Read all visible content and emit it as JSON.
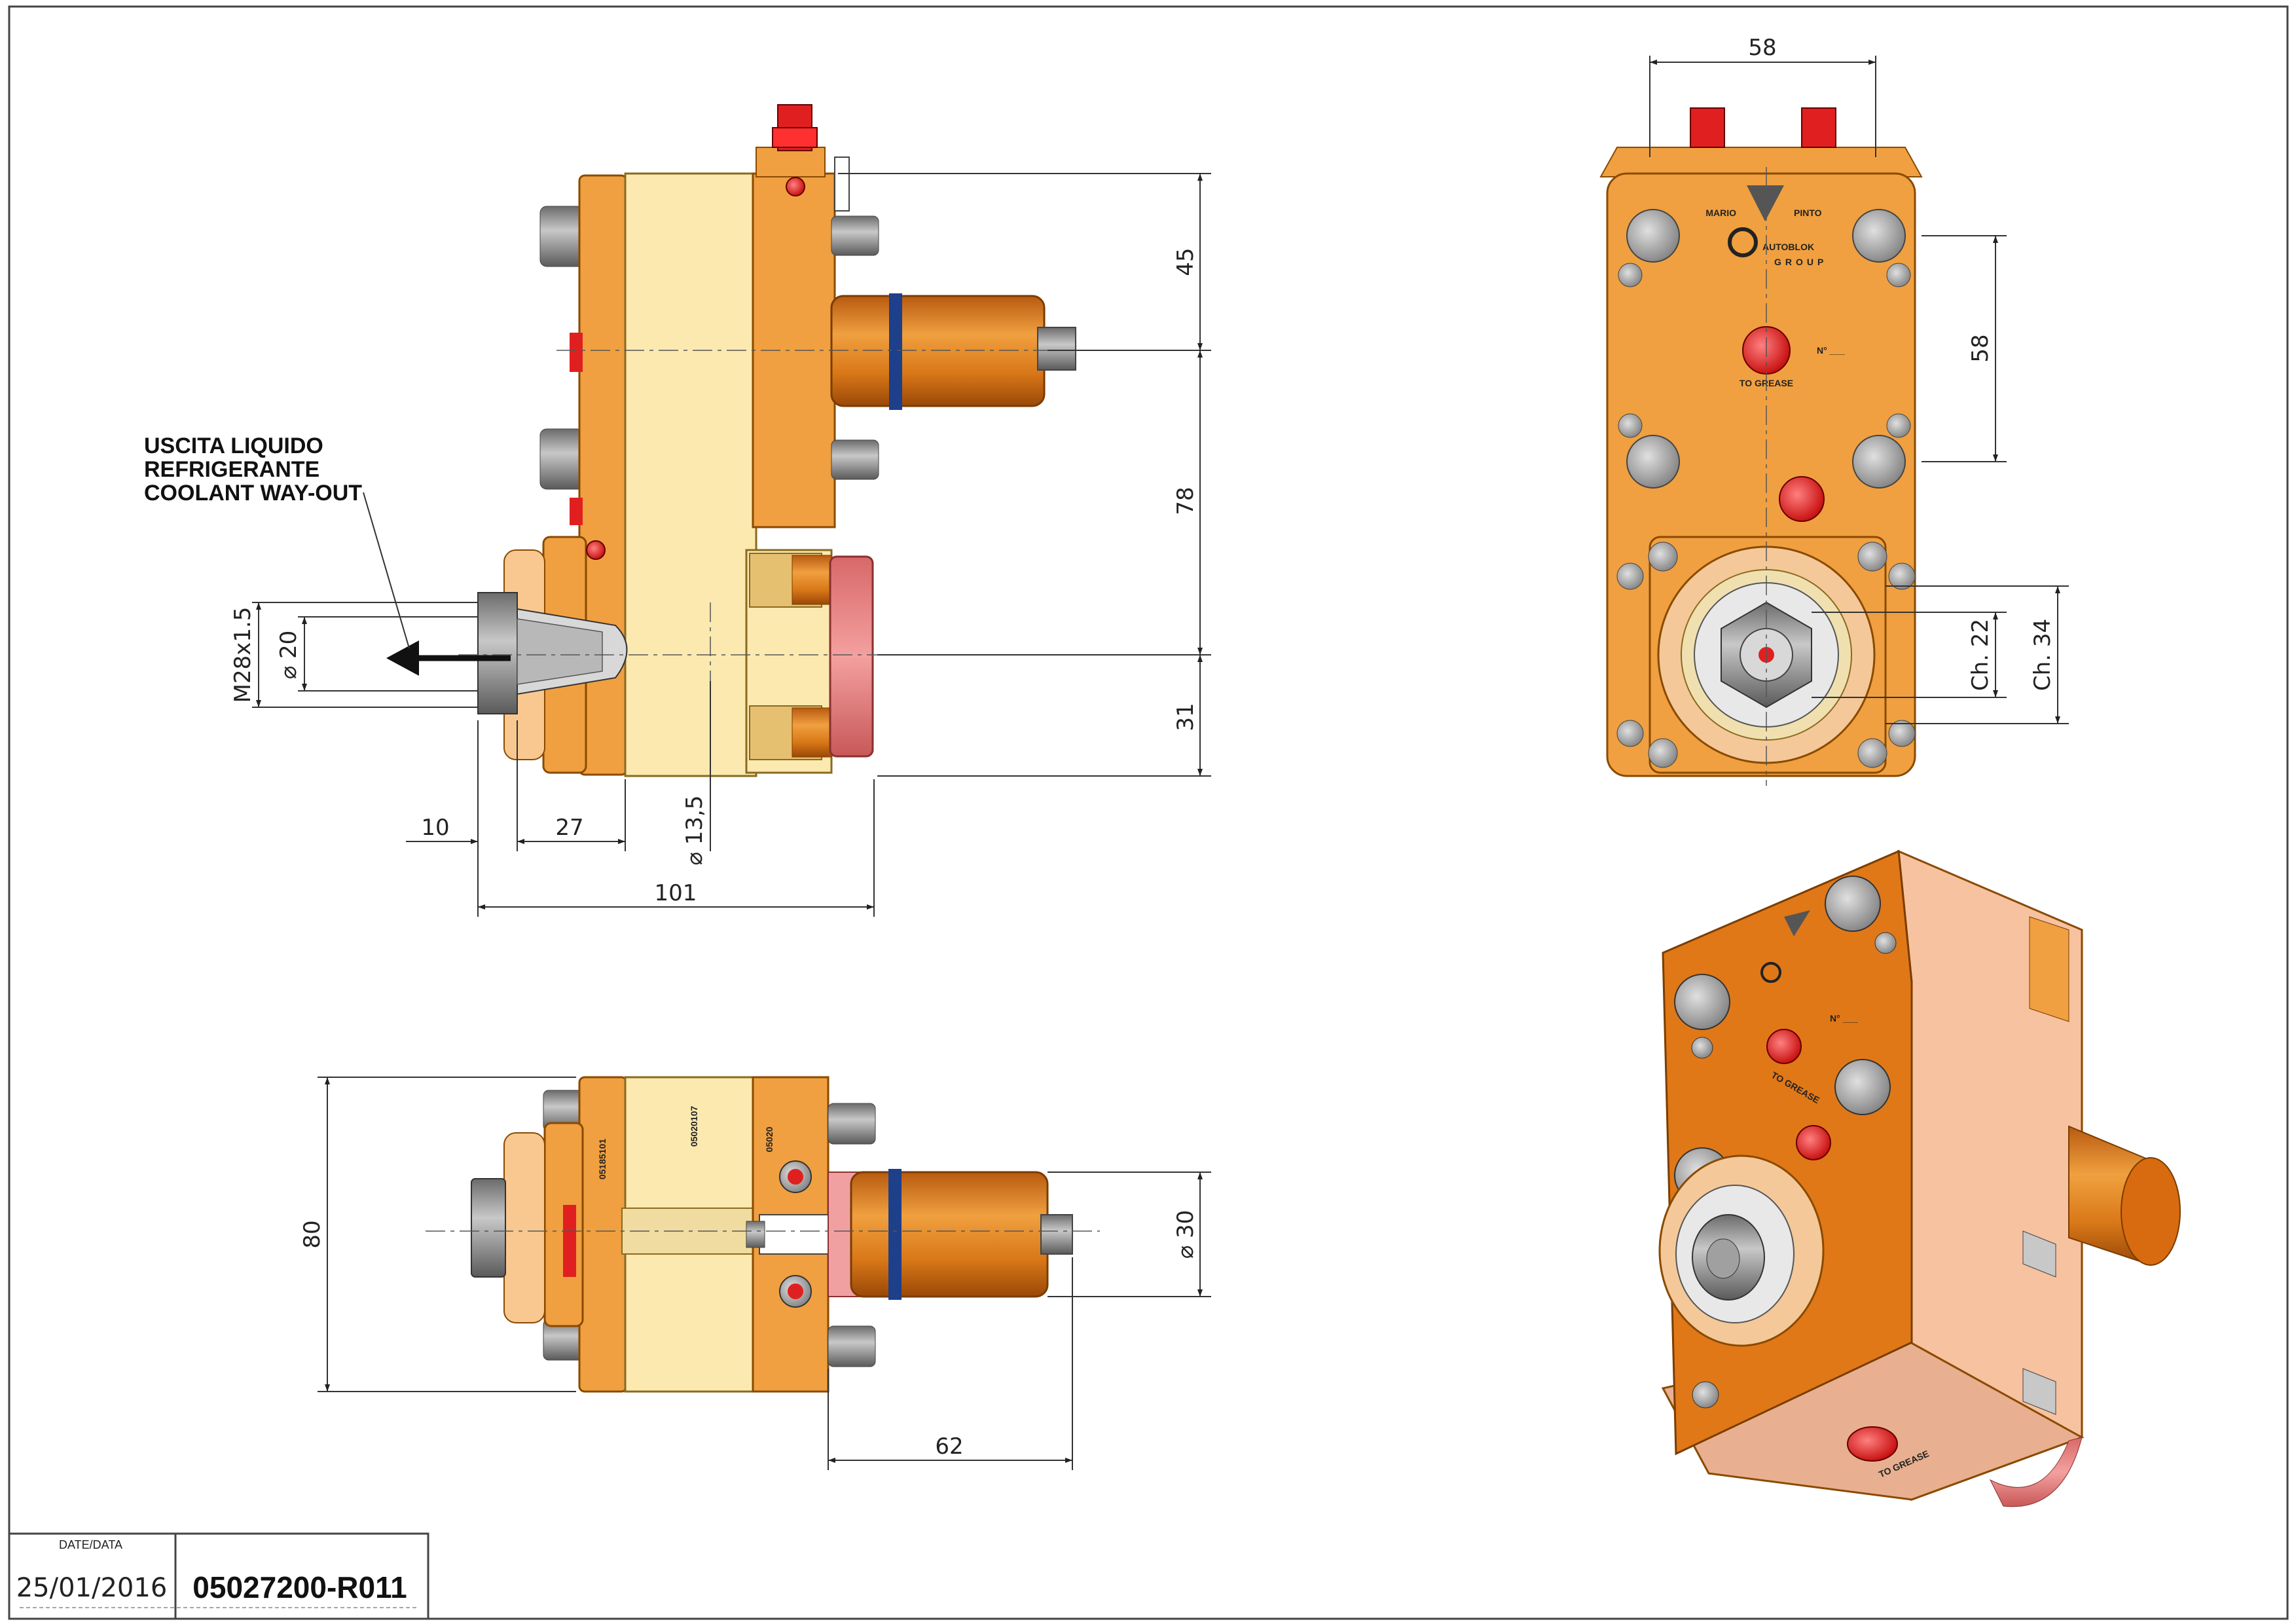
{
  "drawing": {
    "dimensions": {
      "side_45": "45",
      "side_78": "78",
      "side_31": "31",
      "side_10": "10",
      "side_27": "27",
      "side_101": "101",
      "dia_13_5": "⌀ 13,5",
      "dia_20": "⌀ 20",
      "thread": "M28x1.5",
      "front_58_top": "58",
      "front_58_right": "58",
      "ch22": "Ch. 22",
      "ch34": "Ch. 34",
      "top_80": "80",
      "top_dia30": "⌀ 30",
      "top_62": "62"
    },
    "coolant_note": [
      "USCITA LIQUIDO",
      "REFRIGERANTE",
      "COOLANT WAY-OUT"
    ],
    "front_labels": {
      "brand_top_left": "MARIO",
      "brand_top_right": "PINTO",
      "brand_name": "AUTOBLOK",
      "brand_group": "GROUP",
      "serial": "N° ___",
      "grease": "TO GREASE"
    },
    "iso_labels": {
      "serial": "N° ___",
      "grease_top": "TO GREASE",
      "grease_bottom": "TO GREASE"
    },
    "part_labels": [
      "05185101",
      "05020107",
      "05020"
    ]
  },
  "title_block": {
    "date_label": "DATE/DATA",
    "date": "25/01/2016",
    "code": "05027200-R011"
  },
  "colors": {
    "orange": "#f0a040",
    "dark_orange": "#e07818",
    "cream": "#fbe9b0",
    "pink": "#e88080",
    "grey": "#9a9a9a",
    "red": "#e02020"
  }
}
